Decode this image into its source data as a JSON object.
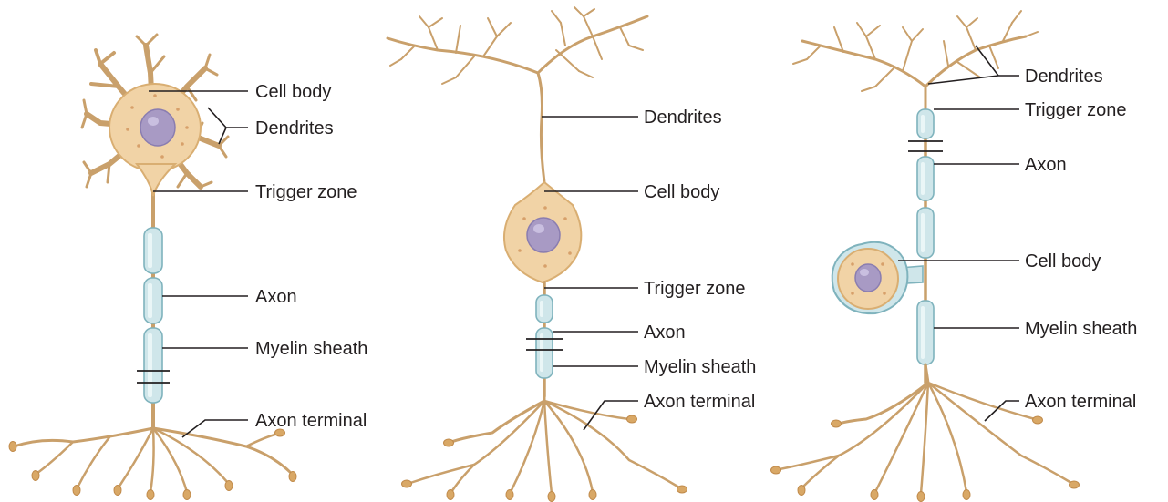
{
  "neurons": [
    {
      "labels": {
        "cell_body": "Cell body",
        "dendrites": "Dendrites",
        "trigger_zone": "Trigger zone",
        "axon": "Axon",
        "myelin_sheath": "Myelin sheath",
        "axon_terminal": "Axon terminal"
      }
    },
    {
      "labels": {
        "dendrites": "Dendrites",
        "cell_body": "Cell body",
        "trigger_zone": "Trigger zone",
        "axon": "Axon",
        "myelin_sheath": "Myelin sheath",
        "axon_terminal": "Axon terminal"
      }
    },
    {
      "labels": {
        "dendrites": "Dendrites",
        "trigger_zone": "Trigger zone",
        "axon": "Axon",
        "cell_body": "Cell body",
        "myelin_sheath": "Myelin sheath",
        "axon_terminal": "Axon terminal"
      }
    }
  ],
  "colors": {
    "cell_body": "#f1d3a6",
    "dendrite": "#c9a06b",
    "nucleus": "#a89ac4",
    "myelin": "#cfe6ea"
  }
}
